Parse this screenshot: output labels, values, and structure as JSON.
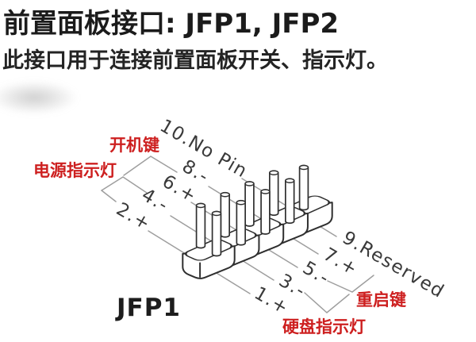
{
  "title": "前置面板接口: JFP1, JFP2",
  "subtitle": "此接口用于连接前置面板开关、指示灯。",
  "diagram": {
    "connector_name": "JFP1",
    "pins": {
      "p10": "10.No Pin",
      "p9": "9.Reserved",
      "p8": "8.-",
      "p7": "7.+",
      "p6": "6.+",
      "p5": "5.-",
      "p4": "4.-",
      "p3": "3.-",
      "p2": "2.+",
      "p1": "1.+"
    },
    "signals": {
      "power_button": "开机键",
      "power_led": "电源指示灯",
      "reset_button": "重启键",
      "hdd_led": "硬盘指示灯"
    }
  },
  "colors": {
    "accent_red": "#cd1f1f",
    "ink": "#1b1b1b",
    "line_gray": "#9e9e9e"
  }
}
